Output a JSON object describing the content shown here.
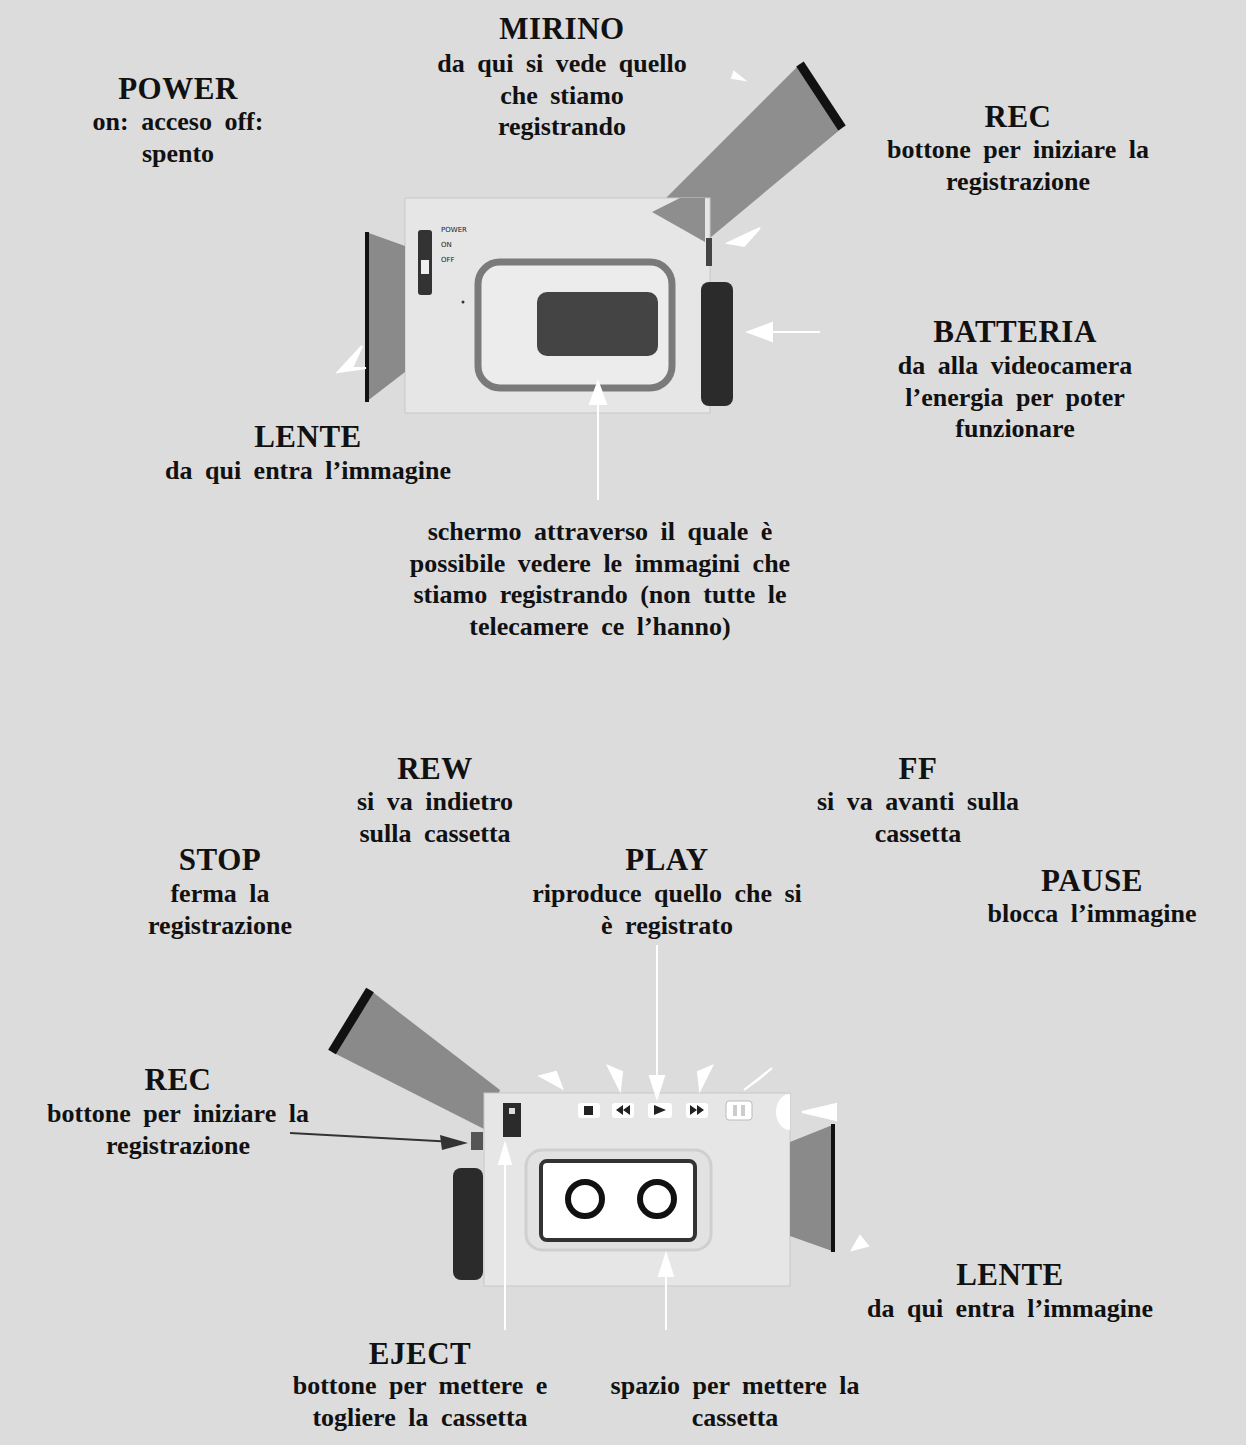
{
  "diagram": {
    "labels": [
      "MIRINO",
      "da qui si vede quello che stiamo registrando",
      "POWER",
      "on: acceso off: spento",
      "REC",
      "bottone per iniziare la registrazione",
      "POWER",
      "ON",
      "OFF",
      "BATTERIA",
      "da alla videocamera l’energia per poter funzionare",
      "LENTE",
      "da qui entra l’immagine",
      "schermo attraverso il quale è possibile vedere le immagini che stiamo registrando (non tutte le telecamere ce l’hanno)",
      "REW",
      "si va indietro sulla cassetta",
      "FF",
      "si va avanti sulla cassetta",
      "STOP",
      "ferma la registrazione",
      "PLAY",
      "riproduce quello che si è registrato",
      "PAUSE",
      "blocca l’immagine",
      "REC",
      "bottone per iniziare la registrazione",
      "LENTE",
      "da qui entra l’immagine",
      "EJECT",
      "bottone per mettere e togliere la cassetta",
      "spazio per mettere la cassetta"
    ]
  }
}
